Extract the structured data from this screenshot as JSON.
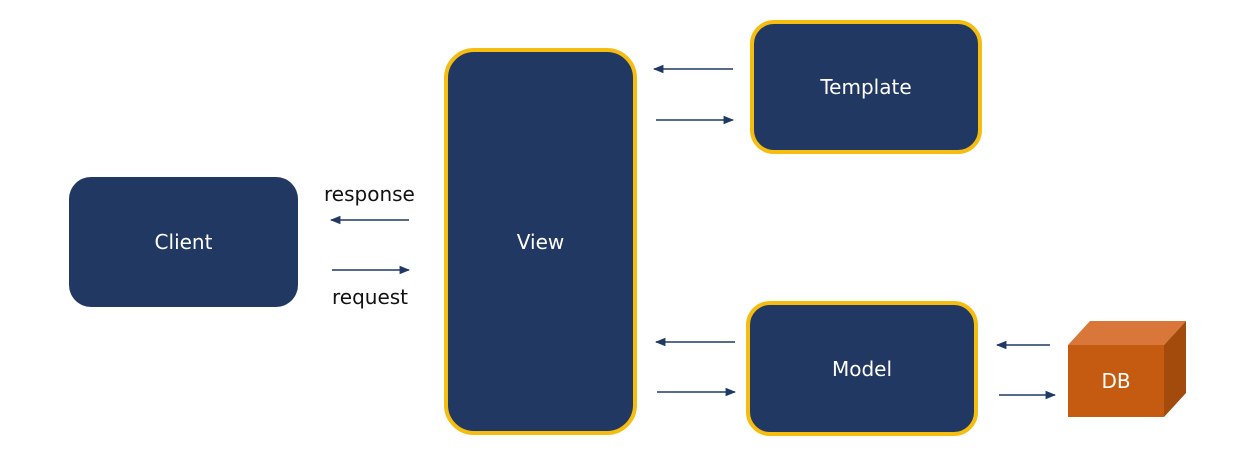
{
  "nodes": {
    "client": "Client",
    "view": "View",
    "template": "Template",
    "model": "Model",
    "db": "DB"
  },
  "edges": {
    "response": "response",
    "request": "request"
  },
  "colors": {
    "node_fill": "#213862",
    "highlight_border": "#f5bd10",
    "db_front": "#c55a11",
    "db_top": "#d9773b",
    "db_side": "#a34b0d",
    "arrow": "#1f3864"
  }
}
